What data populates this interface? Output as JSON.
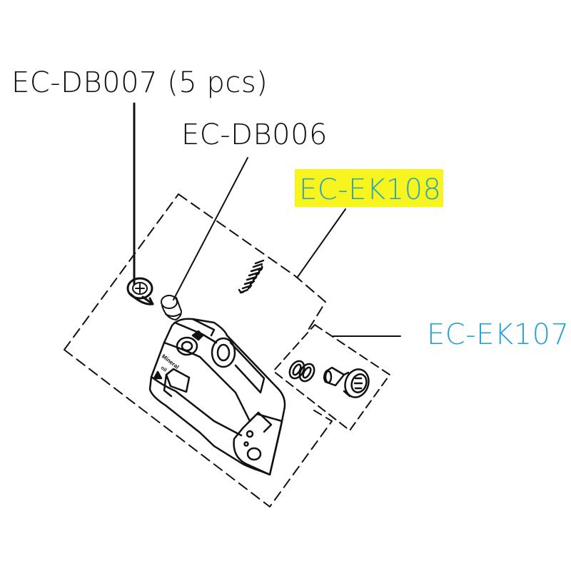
{
  "parts": [
    {
      "id": "db007",
      "label": "EC-DB007 (5 pcs)",
      "color": "#111111"
    },
    {
      "id": "db006",
      "label": "EC-DB006",
      "color": "#111111"
    },
    {
      "id": "ek108",
      "label": "EC-EK108",
      "color": "#2fa5b8",
      "highlight": "#f7f51d"
    },
    {
      "id": "ek107",
      "label": "EC-EK107",
      "color": "#27a2d8"
    }
  ],
  "drawing_text": {
    "line1": "Mineral",
    "line2": "oil"
  }
}
